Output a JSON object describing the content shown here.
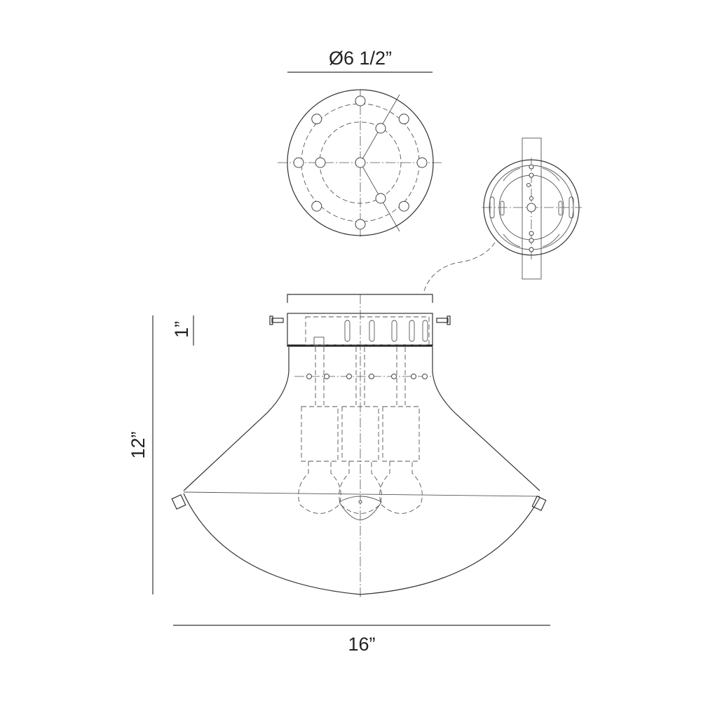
{
  "dimensions": {
    "canopy_diameter": "Ø6 1/2”",
    "canopy_height": "1”",
    "overall_height": "12”",
    "overall_width": "16”"
  }
}
